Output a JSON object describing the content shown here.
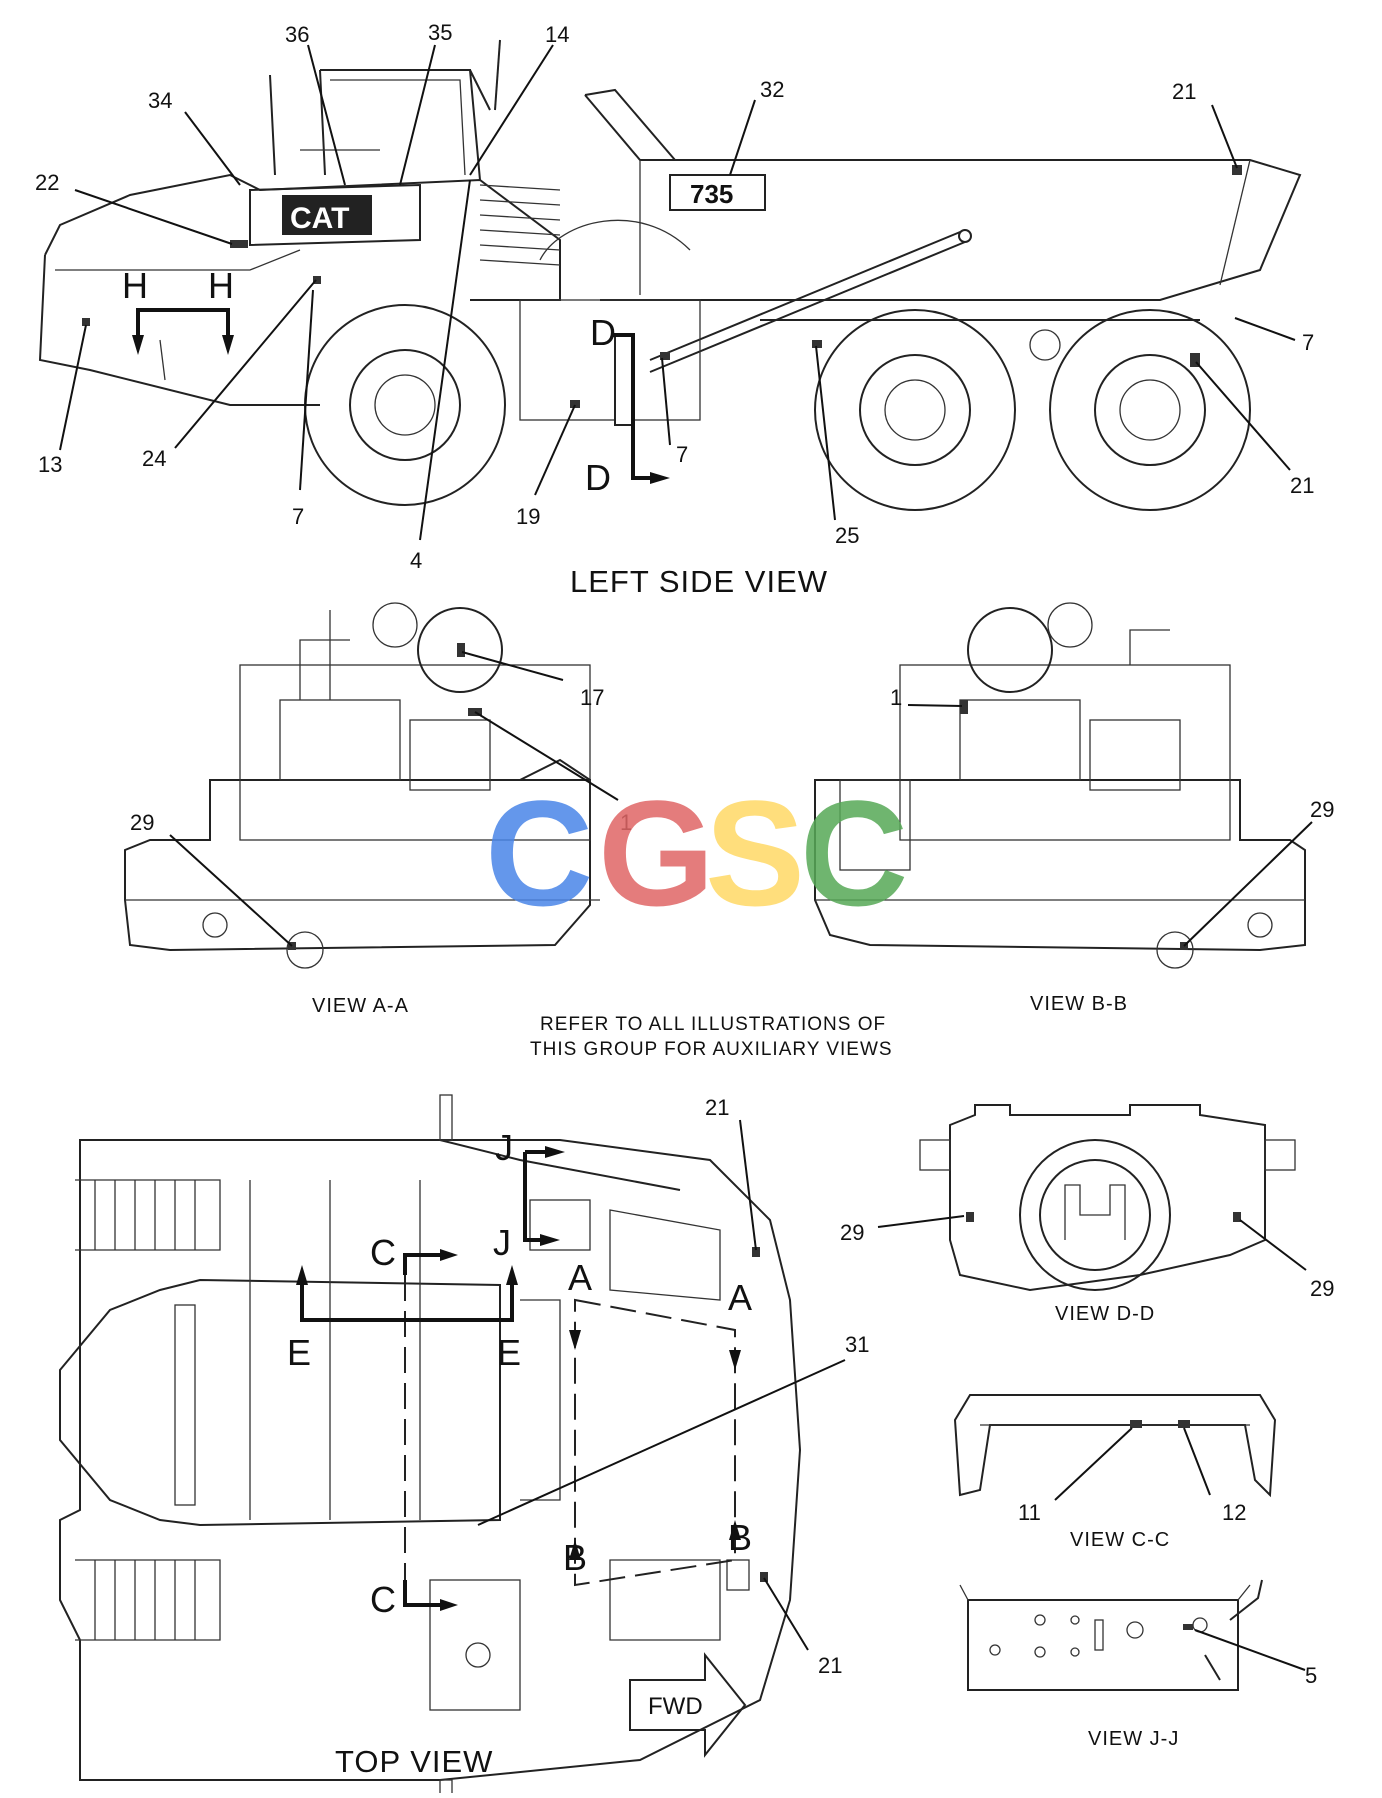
{
  "callouts": {
    "c36": "36",
    "c35": "35",
    "c14": "14",
    "c34": "34",
    "c32": "32",
    "c21a": "21",
    "c22": "22",
    "c7a": "7",
    "c13": "13",
    "c24": "24",
    "c7b": "7",
    "c19": "19",
    "c4": "4",
    "c7c": "7",
    "c25": "25",
    "c21b": "21",
    "c17": "17",
    "c1a": "1",
    "c1b": "1",
    "c29a": "29",
    "c29b": "29",
    "c21c": "21",
    "c29c": "29",
    "c29d": "29",
    "c31": "31",
    "c11": "11",
    "c12": "12",
    "c5": "5",
    "c21d": "21"
  },
  "sections": {
    "H": "H",
    "D": "D",
    "C": "C",
    "J": "J",
    "A": "A",
    "E": "E",
    "B": "B"
  },
  "labels": {
    "cat_logo": "CAT",
    "model": "735",
    "left_side_view": "LEFT SIDE VIEW",
    "view_aa": "VIEW  A-A",
    "view_bb": "VIEW  B-B",
    "note_line1": "REFER TO ALL ILLUSTRATIONS OF",
    "note_line2": "THIS GROUP FOR AUXILIARY VIEWS",
    "view_dd": "VIEW  D-D",
    "view_cc": "VIEW  C-C",
    "view_jj": "VIEW  J-J",
    "top_view": "TOP VIEW",
    "fwd": "FWD"
  },
  "watermark": {
    "letters": [
      "C",
      "G",
      "S",
      "C"
    ],
    "colors": [
      "#4a86e8",
      "#e06666",
      "#ffd966",
      "#57a957"
    ]
  }
}
